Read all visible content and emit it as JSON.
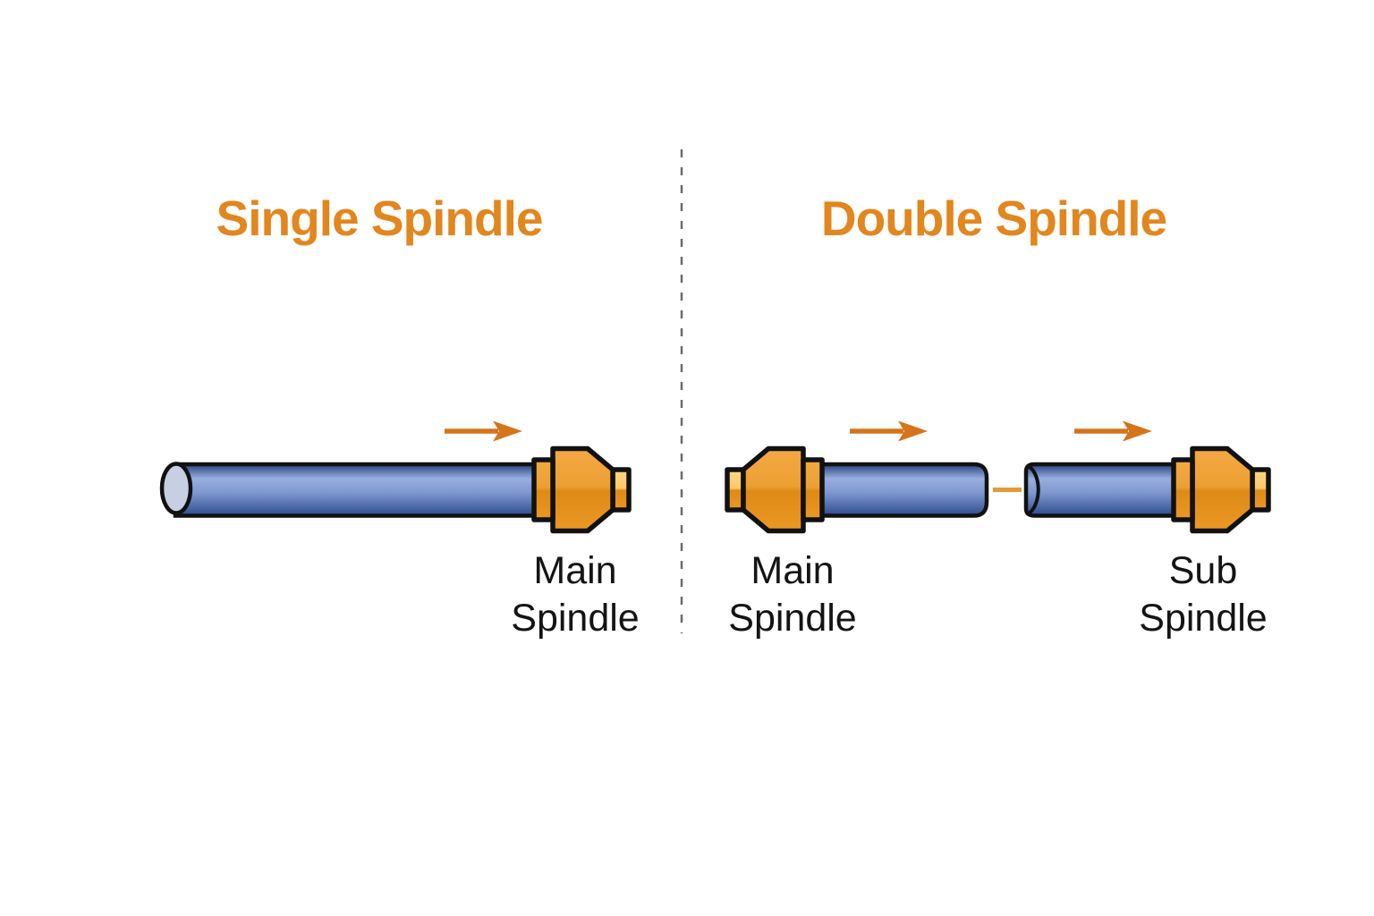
{
  "panels": {
    "left": {
      "title": "Single Spindle",
      "labels": {
        "main": "Main Spindle"
      }
    },
    "right": {
      "title": "Double Spindle",
      "labels": {
        "main": "Main Spindle",
        "sub": "Sub Spindle"
      }
    }
  },
  "icons": {
    "feed_arrow": "right-arrow",
    "divider": "vertical-dashed-line"
  },
  "colors": {
    "background": "#FFFFFF",
    "title_orange": "#E2861E",
    "arrow_orange": "#D4751C",
    "link_orange": "#E39A36",
    "chuck_top": "#F4A843",
    "chuck_upper": "#ECA033",
    "chuck_lower": "#DE8A16",
    "chuck_bottom": "#EC9824",
    "tab_top": "#FFD784",
    "tab_upper": "#FBC96B",
    "rod_dark": "#26417E",
    "rod_light": "#98AEDF",
    "rod_mid": "#7E98D0",
    "rod_deep": "#2E4C8D",
    "rod_end_face": "#C7CFE2",
    "outline": "#111111",
    "divider_gray": "#6B6B6B",
    "label_black": "#141414"
  }
}
